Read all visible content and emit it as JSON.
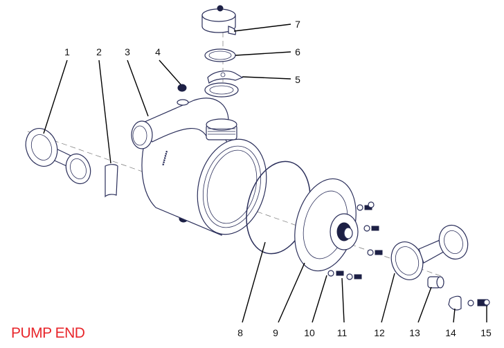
{
  "title": "PUMP END",
  "callouts": [
    "1",
    "2",
    "3",
    "4",
    "5",
    "6",
    "7",
    "8",
    "9",
    "10",
    "11",
    "12",
    "13",
    "14",
    "15"
  ],
  "colors": {
    "title": "#e8262b",
    "line": "#2a2e5a"
  }
}
